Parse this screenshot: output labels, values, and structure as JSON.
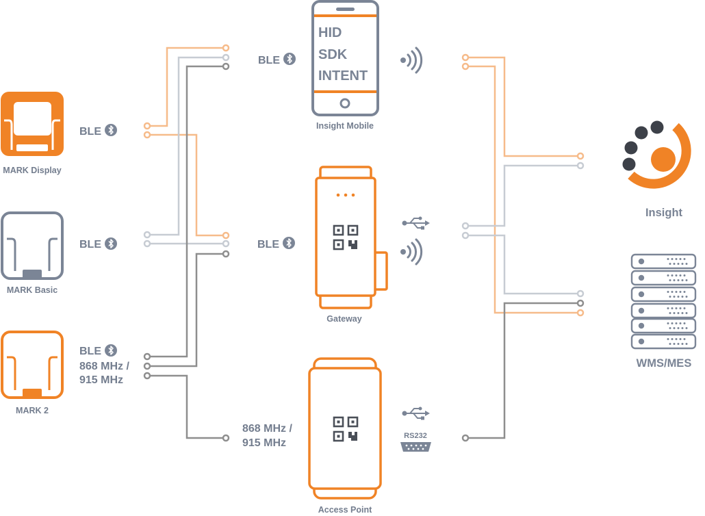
{
  "colors": {
    "orange": "#f08326",
    "light_orange": "#f6bb8a",
    "slate": "#7b8596",
    "light_gray": "#c7ccd3",
    "dark_gray": "#8e8e8e",
    "qr": "#4a4f58"
  },
  "devices": {
    "mark_display": "MARK Display",
    "mark_basic": "MARK Basic",
    "mark_2": "MARK 2",
    "insight_mobile": "Insight Mobile",
    "gateway": "Gateway",
    "access_point": "Access Point",
    "insight": "Insight",
    "wms_mes": "WMS/MES"
  },
  "phone_lines": [
    "HID",
    "SDK",
    "INTENT"
  ],
  "connections": {
    "ble": "BLE",
    "freq_line1": "868 MHz /",
    "freq_line2": "915 MHz",
    "rs232": "RS232"
  },
  "icons": [
    "bluetooth-icon",
    "wireless-signal-icon",
    "usb-icon",
    "serial-port-icon",
    "qr-code-icon",
    "server-rack-icon",
    "insight-logo-icon"
  ]
}
